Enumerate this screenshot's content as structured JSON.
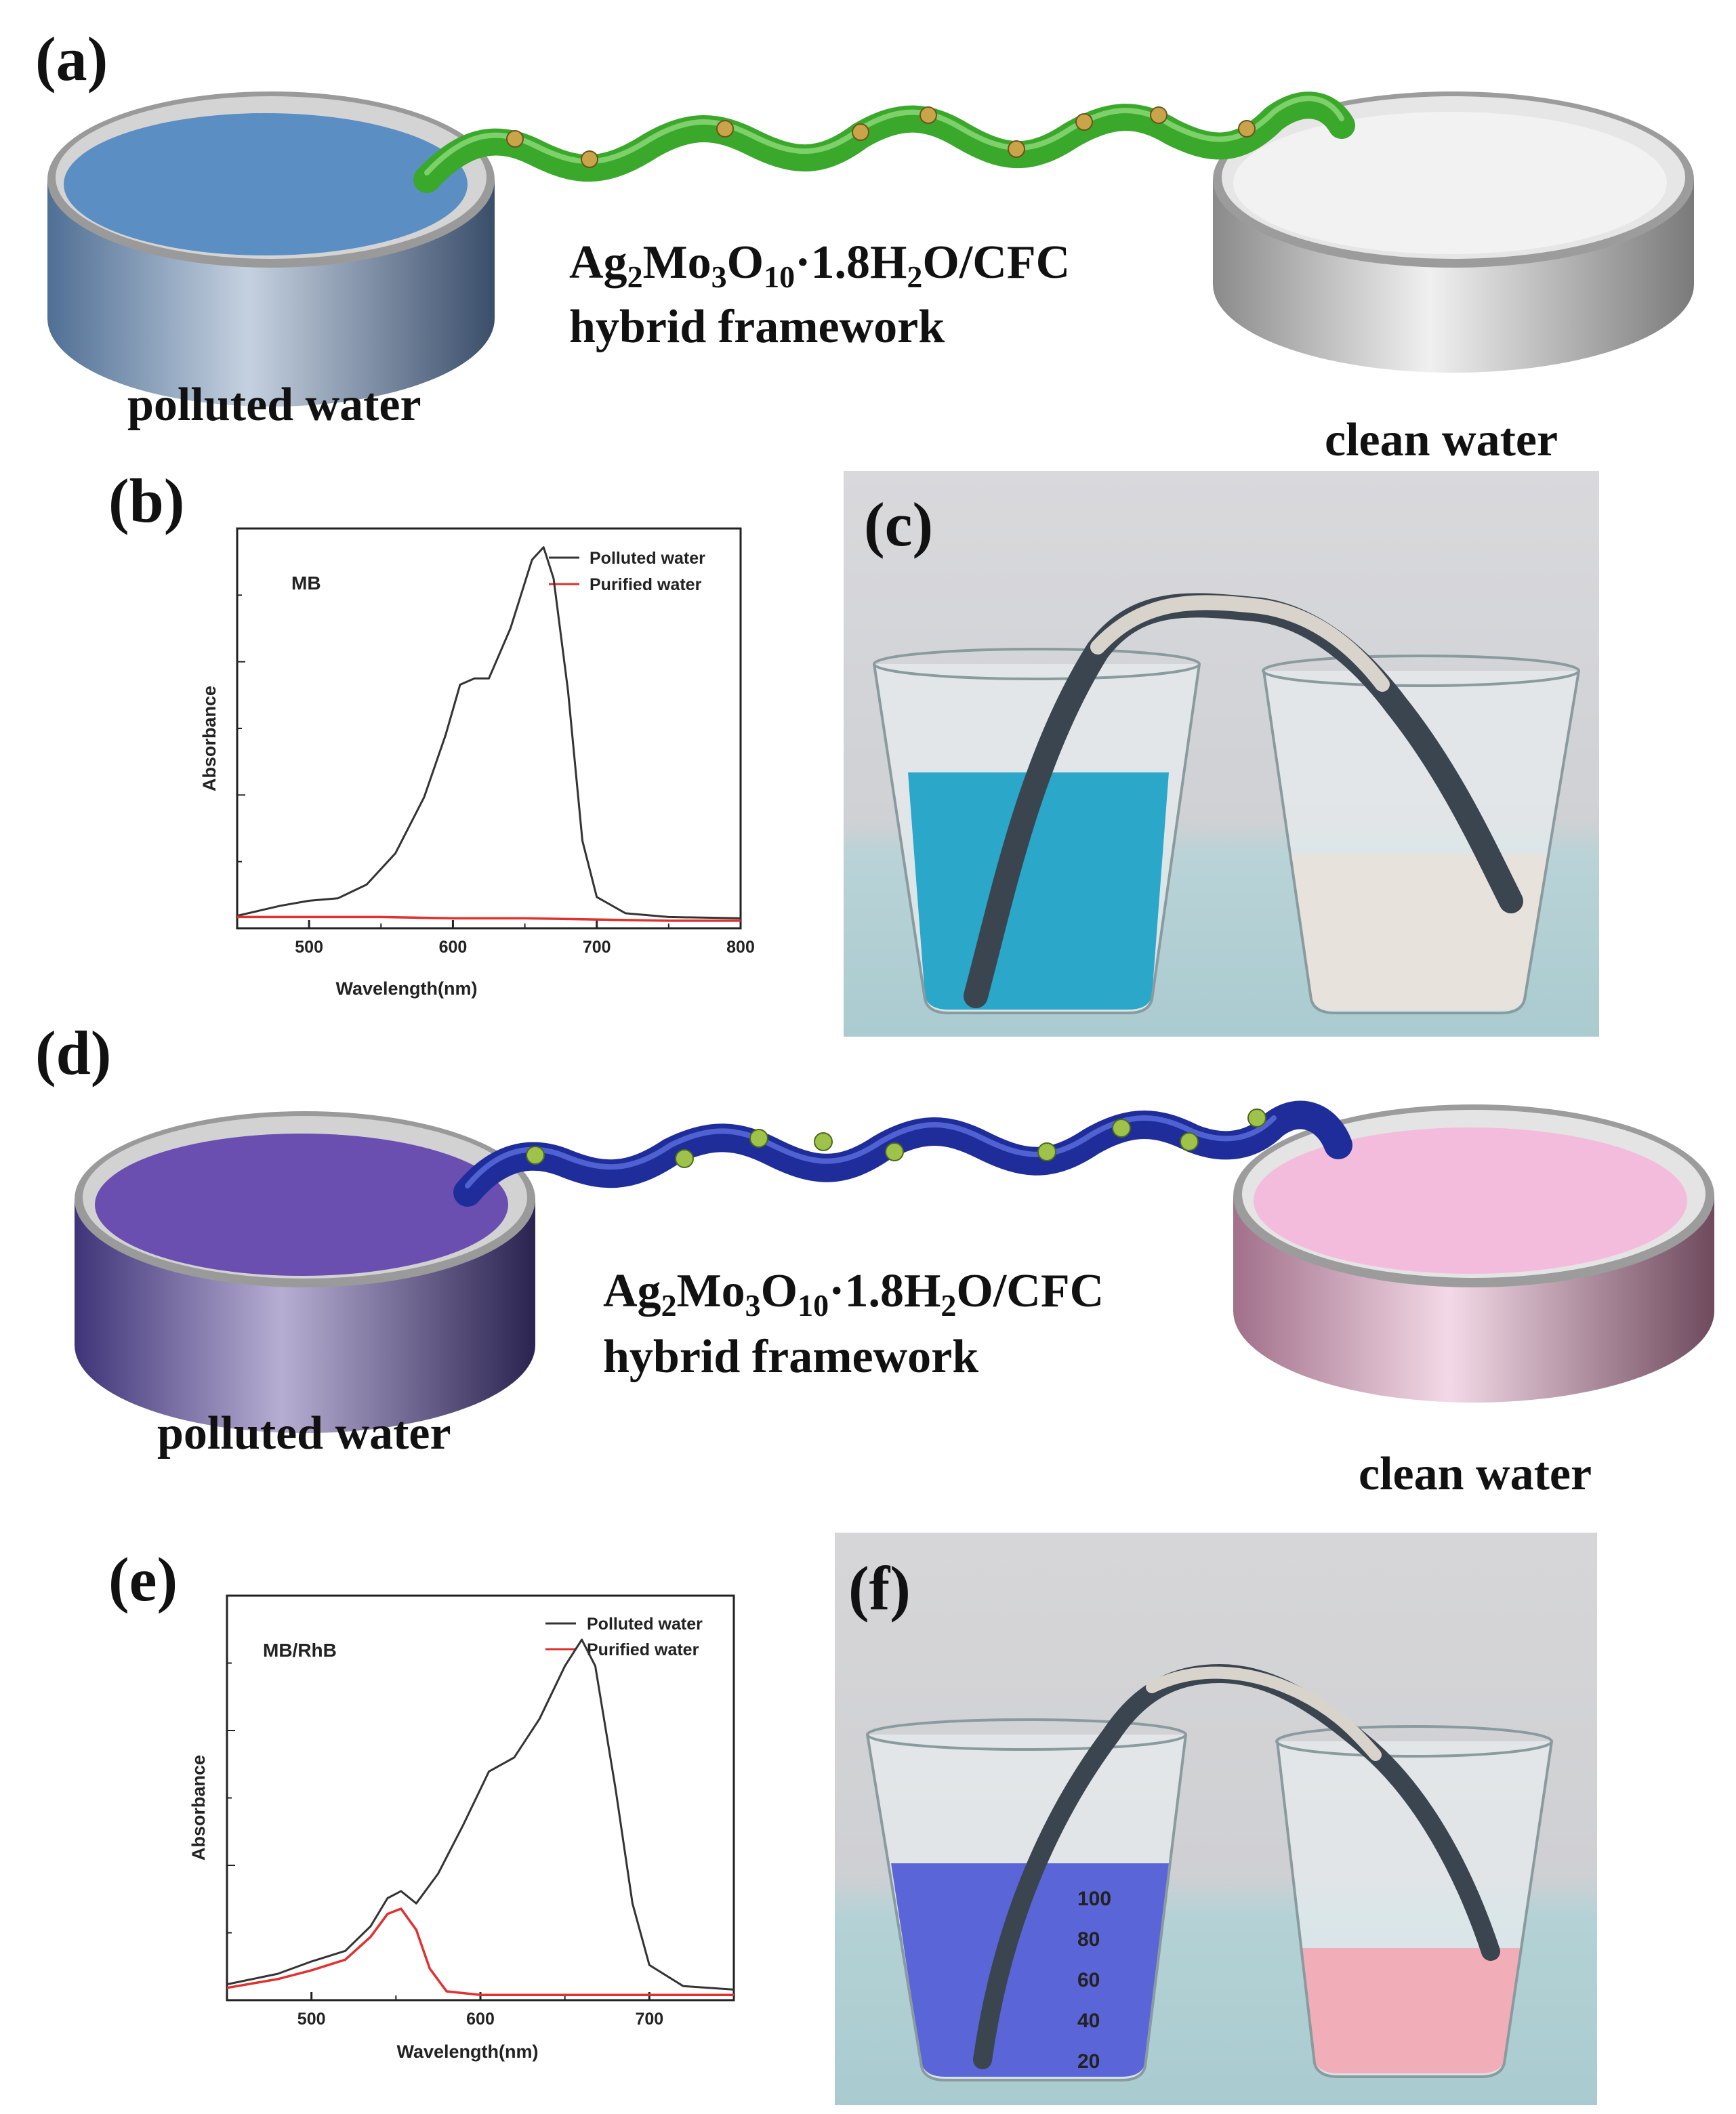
{
  "figure": {
    "panel_labels": {
      "a": "(a)",
      "b": "(b)",
      "c": "(c)",
      "d": "(d)",
      "e": "(e)",
      "f": "(f)"
    },
    "schematic_a": {
      "framework_formula": {
        "p1": "Ag",
        "s1": "2",
        "p2": "Mo",
        "s2": "3",
        "p3": "O",
        "s3": "10",
        "p4": "·1.8H",
        "s4": "2",
        "p5": "O/CFC"
      },
      "framework_line2": "hybrid framework",
      "left_label": "polluted water",
      "right_label": "clean water",
      "colors": {
        "polluted": "#5b8fc4",
        "clean": "#f2f2f2",
        "framework": "#3aa82a"
      }
    },
    "schematic_d": {
      "framework_formula": {
        "p1": "Ag",
        "s1": "2",
        "p2": "Mo",
        "s2": "3",
        "p3": "O",
        "s3": "10",
        "p4": "·1.8H",
        "s4": "2",
        "p5": "O/CFC"
      },
      "framework_line2": "hybrid framework",
      "left_label": "polluted water",
      "right_label": "clean water",
      "colors": {
        "polluted": "#6a4fb0",
        "clean": "#f4bcdc",
        "framework": "#1f2d9a"
      }
    },
    "photo_c": {
      "beaker_left_color": "#2aa7c9",
      "beaker_right_color": "#e8e2dc"
    },
    "photo_f": {
      "beaker_left_color": "#5a66d8",
      "beaker_right_color": "#f2aeb8",
      "markings": [
        "100",
        "80",
        "60",
        "40",
        "20"
      ]
    }
  },
  "chart_data": [
    {
      "panel": "b",
      "type": "line",
      "label": "MB",
      "xlabel": "Wavelength(nm)",
      "ylabel": "Absorbance",
      "xlim": [
        450,
        800
      ],
      "ylim": [
        0,
        3.2
      ],
      "xticks": [
        500,
        600,
        700,
        800
      ],
      "legend_position": "top-right",
      "series": [
        {
          "name": "Polluted water",
          "color": "#333333",
          "x": [
            450,
            480,
            500,
            520,
            540,
            560,
            580,
            595,
            605,
            615,
            625,
            640,
            655,
            663,
            670,
            680,
            690,
            700,
            720,
            750,
            800
          ],
          "y": [
            0.1,
            0.18,
            0.22,
            0.24,
            0.35,
            0.6,
            1.05,
            1.55,
            1.95,
            2.0,
            2.0,
            2.4,
            2.95,
            3.05,
            2.8,
            1.9,
            0.7,
            0.25,
            0.12,
            0.09,
            0.08
          ]
        },
        {
          "name": "Purified water",
          "color": "#e03030",
          "x": [
            450,
            500,
            550,
            600,
            650,
            700,
            750,
            800
          ],
          "y": [
            0.09,
            0.09,
            0.09,
            0.08,
            0.08,
            0.07,
            0.06,
            0.06
          ]
        }
      ]
    },
    {
      "panel": "e",
      "type": "line",
      "label": "MB/RhB",
      "xlabel": "Wavelength(nm)",
      "ylabel": "Absorbance",
      "xlim": [
        450,
        750
      ],
      "ylim": [
        0,
        2.3
      ],
      "xticks": [
        500,
        600,
        700
      ],
      "legend_position": "top-right",
      "series": [
        {
          "name": "Polluted water",
          "color": "#333333",
          "x": [
            450,
            480,
            500,
            520,
            535,
            545,
            553,
            562,
            575,
            590,
            605,
            620,
            635,
            650,
            660,
            668,
            680,
            690,
            700,
            720,
            750
          ],
          "y": [
            0.09,
            0.15,
            0.22,
            0.28,
            0.42,
            0.58,
            0.62,
            0.55,
            0.72,
            1.0,
            1.3,
            1.38,
            1.6,
            1.9,
            2.05,
            1.9,
            1.2,
            0.55,
            0.2,
            0.08,
            0.06
          ]
        },
        {
          "name": "Purified water",
          "color": "#e03030",
          "x": [
            450,
            480,
            500,
            520,
            535,
            545,
            553,
            562,
            570,
            580,
            600,
            650,
            700,
            750
          ],
          "y": [
            0.07,
            0.12,
            0.17,
            0.23,
            0.36,
            0.49,
            0.52,
            0.4,
            0.18,
            0.05,
            0.03,
            0.03,
            0.03,
            0.03
          ]
        }
      ]
    }
  ]
}
